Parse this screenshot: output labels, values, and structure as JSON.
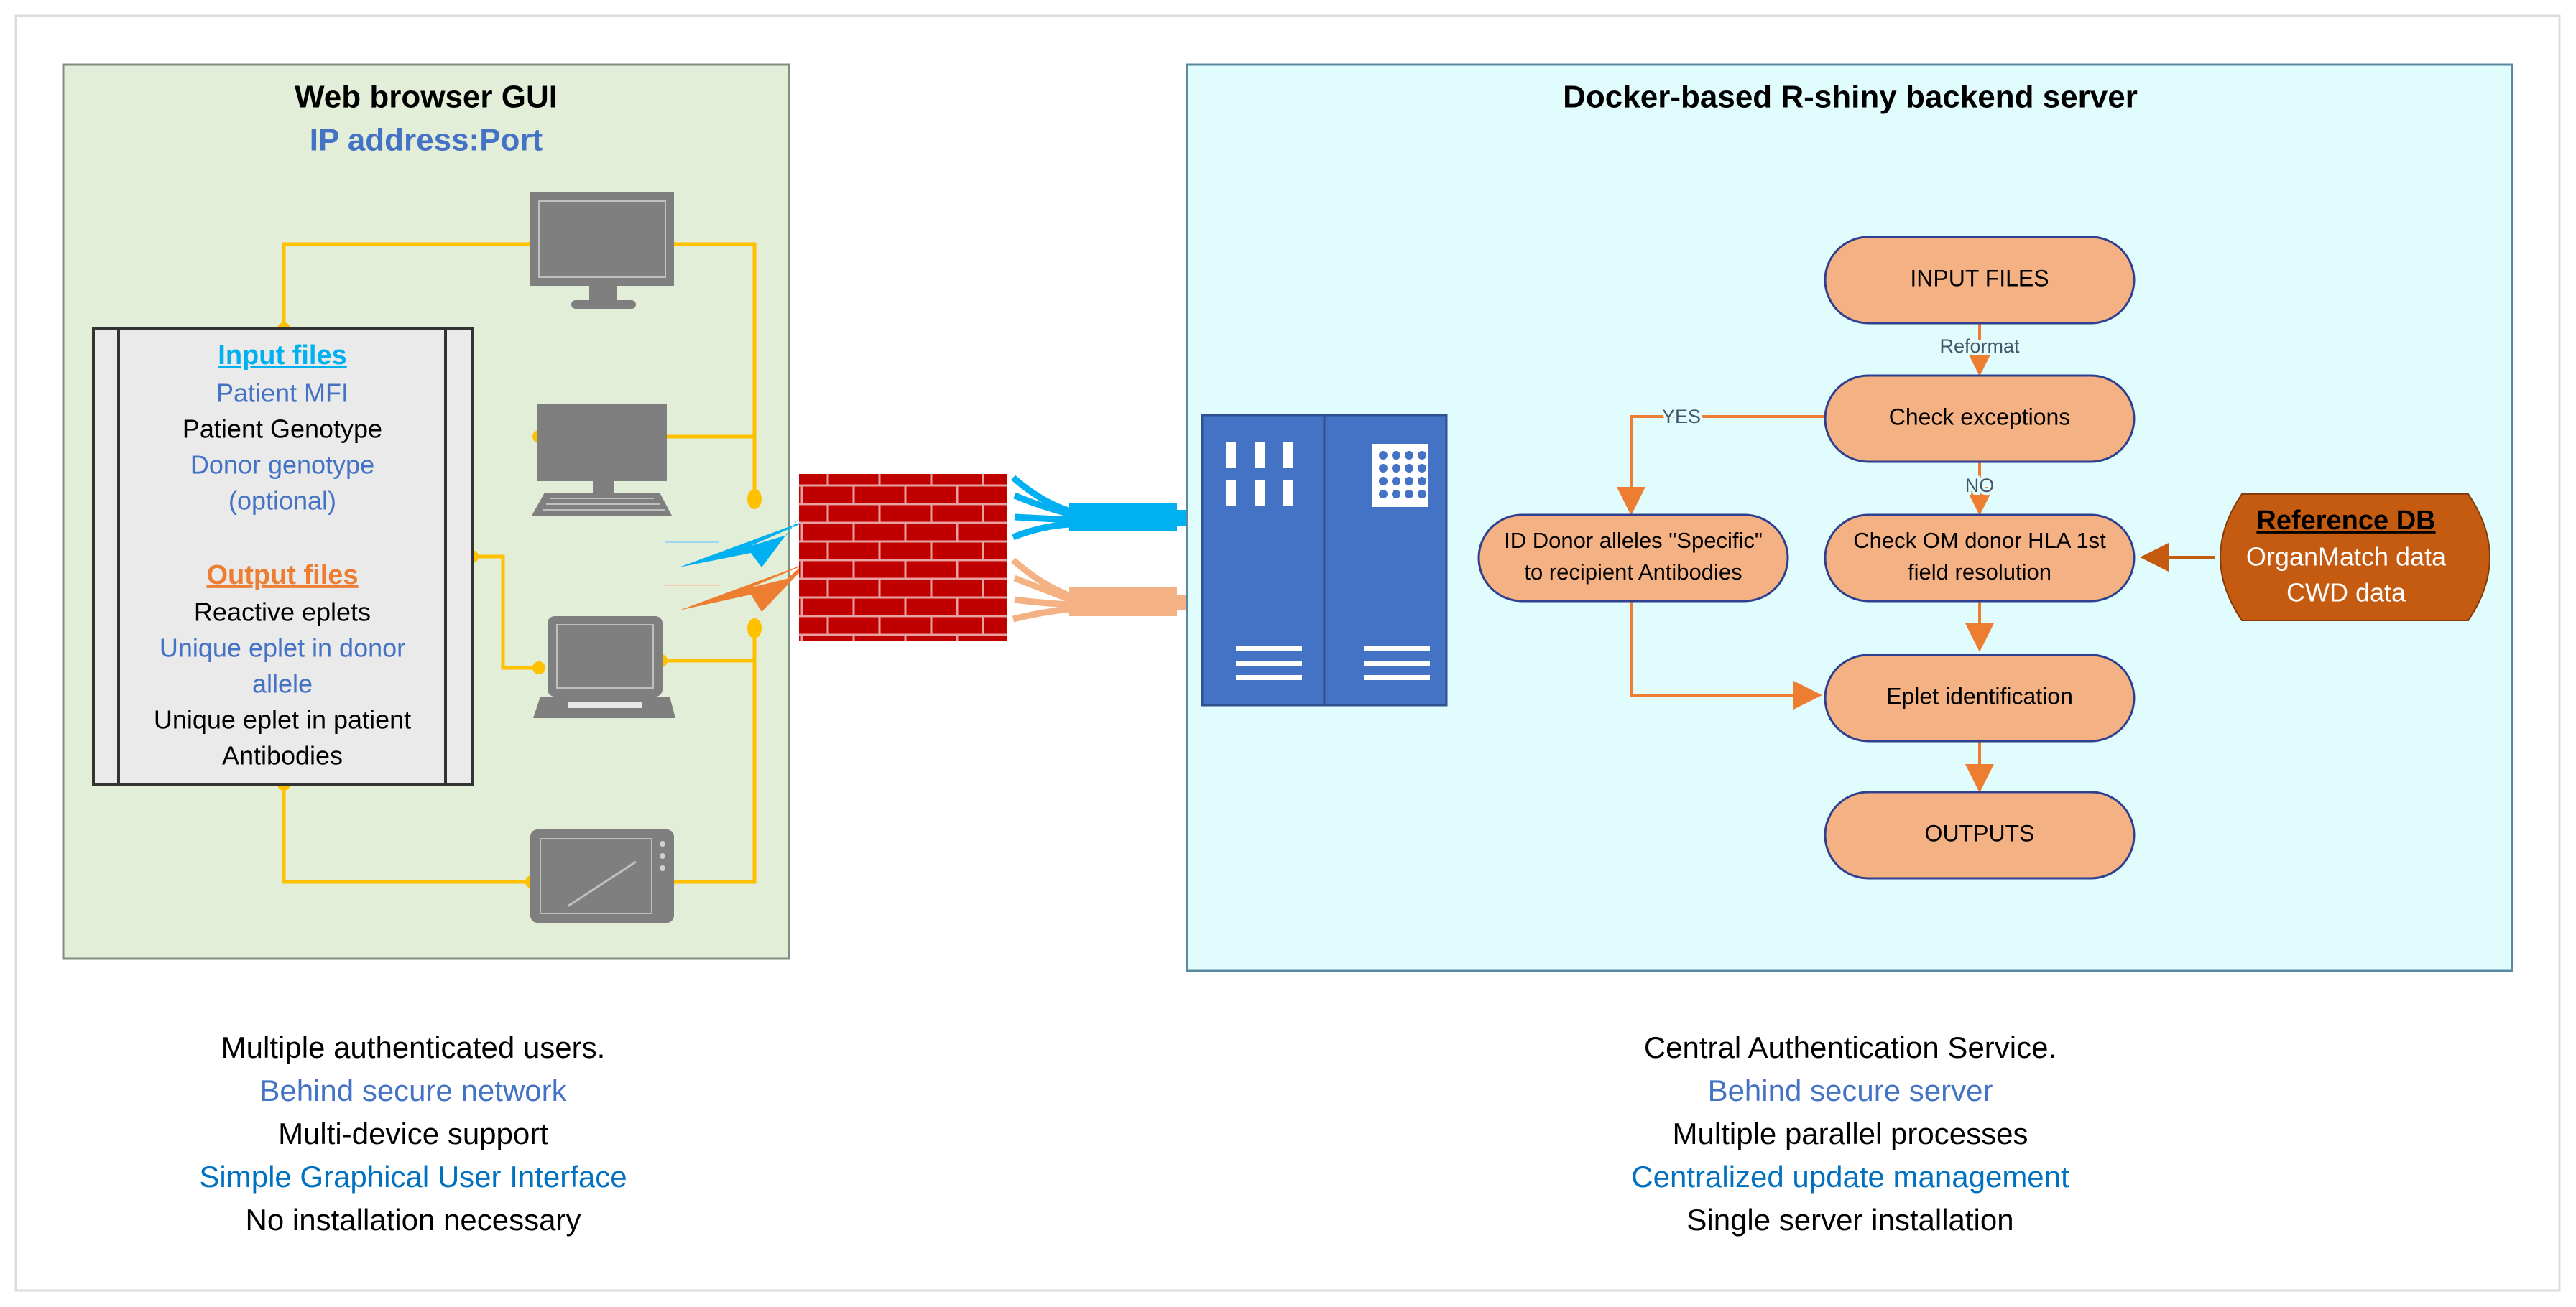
{
  "colors": {
    "gui_panel_bg": "#e2eed7",
    "server_panel_bg": "#e0fcfc",
    "accent_blue": "#4472c4",
    "link_blue": "#0070c0",
    "cyan": "#00b0f0",
    "orange": "#ed7d31",
    "wire_yellow": "#ffc000",
    "flow_node_fill": "#f4b183",
    "flow_node_stroke": "#2f3f8f",
    "ref_db_fill": "#c55a11",
    "firewall_red": "#c00000",
    "server_blue": "#4472c4",
    "device_gray": "#7f7f7f"
  },
  "gui_panel": {
    "title": "Web browser GUI",
    "subtitle": "IP address:Port"
  },
  "app_box": {
    "input_heading": "Input files",
    "input_items": [
      {
        "text": "Patient MFI",
        "color": "#4472c4"
      },
      {
        "text": "Patient Genotype",
        "color": "#000000"
      },
      {
        "text": "Donor genotype",
        "color": "#4472c4"
      },
      {
        "text": "(optional)",
        "color": "#4472c4"
      }
    ],
    "output_heading": "Output files",
    "output_items": [
      {
        "text": "Reactive eplets",
        "color": "#000000"
      },
      {
        "text": "Unique eplet in donor",
        "color": "#4472c4"
      },
      {
        "text": "allele",
        "color": "#4472c4"
      },
      {
        "text": "Unique eplet in patient",
        "color": "#000000"
      },
      {
        "text": "Antibodies",
        "color": "#000000"
      }
    ]
  },
  "devices": [
    "monitor-icon",
    "desktop-computer-icon",
    "laptop-icon",
    "tablet-icon"
  ],
  "connector_icons": [
    "firewall-icon",
    "lightning-icon",
    "network-cable-icon",
    "server-rack-icon"
  ],
  "server_panel": {
    "title": "Docker-based R-shiny backend server"
  },
  "flow": {
    "input_files": "INPUT FILES",
    "reformat_label": "Reformat",
    "check_exceptions": "Check exceptions",
    "yes_label": "YES",
    "no_label": "NO",
    "id_donor_line1": "ID Donor alleles \"Specific\"",
    "id_donor_line2": "to recipient Antibodies",
    "check_om_line1": "Check OM donor HLA 1st",
    "check_om_line2": "field resolution",
    "eplet_identification": "Eplet identification",
    "outputs": "OUTPUTS"
  },
  "reference_db": {
    "title": "Reference DB",
    "line1": "OrganMatch data",
    "line2": "CWD data"
  },
  "left_features": [
    {
      "text": "Multiple authenticated users.",
      "color": "#000000"
    },
    {
      "text": "Behind secure network",
      "color": "#4472c4"
    },
    {
      "text": "Multi-device support",
      "color": "#000000"
    },
    {
      "text": "Simple Graphical User Interface",
      "color": "#0070c0"
    },
    {
      "text": "No installation necessary",
      "color": "#000000"
    }
  ],
  "right_features": [
    {
      "text": "Central Authentication Service.",
      "color": "#000000"
    },
    {
      "text": "Behind secure server",
      "color": "#4472c4"
    },
    {
      "text": "Multiple parallel processes",
      "color": "#000000"
    },
    {
      "text": "Centralized update management",
      "color": "#0070c0"
    },
    {
      "text": "Single server installation",
      "color": "#000000"
    }
  ]
}
